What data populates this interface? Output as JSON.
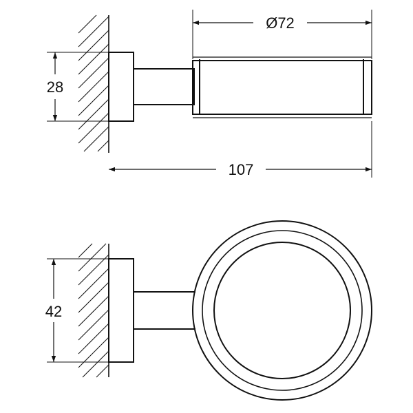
{
  "dimensions": {
    "diameter": "Ø72",
    "depth": "28",
    "overall_length": "107",
    "plate_height": "42"
  },
  "colors": {
    "line": "#111111",
    "background": "#ffffff"
  }
}
